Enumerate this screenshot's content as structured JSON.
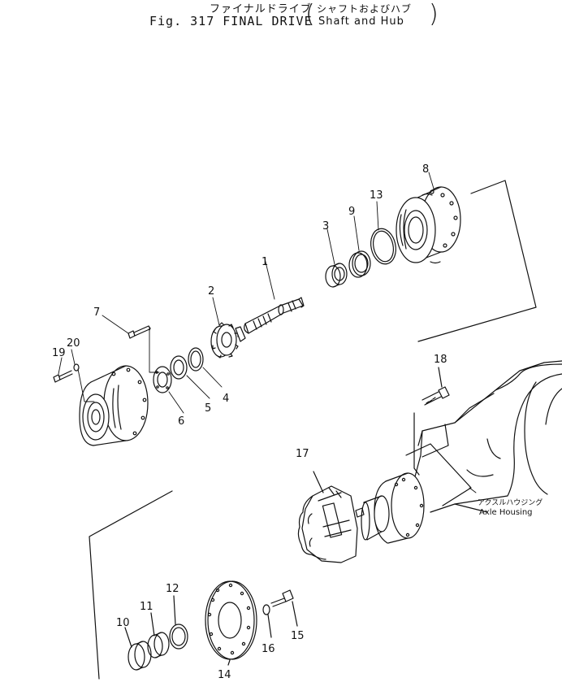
{
  "title": {
    "jp": "ファイナルドライブ",
    "en": "Fig. 317 FINAL DRIVE",
    "sub_jp": "シャフトおよびハブ",
    "sub_en": "Shaft and Hub"
  },
  "callouts": {
    "c1": "1",
    "c2": "2",
    "c3": "3",
    "c4": "4",
    "c5": "5",
    "c6": "6",
    "c7": "7",
    "c8": "8",
    "c9": "9",
    "c10": "10",
    "c11": "11",
    "c12": "12",
    "c13": "13",
    "c14": "14",
    "c15": "15",
    "c16": "16",
    "c17": "17",
    "c18": "18",
    "c19": "19",
    "c20": "20"
  },
  "housing_label": {
    "jp": "アクスルハウジング",
    "en": "Axle Housing"
  }
}
